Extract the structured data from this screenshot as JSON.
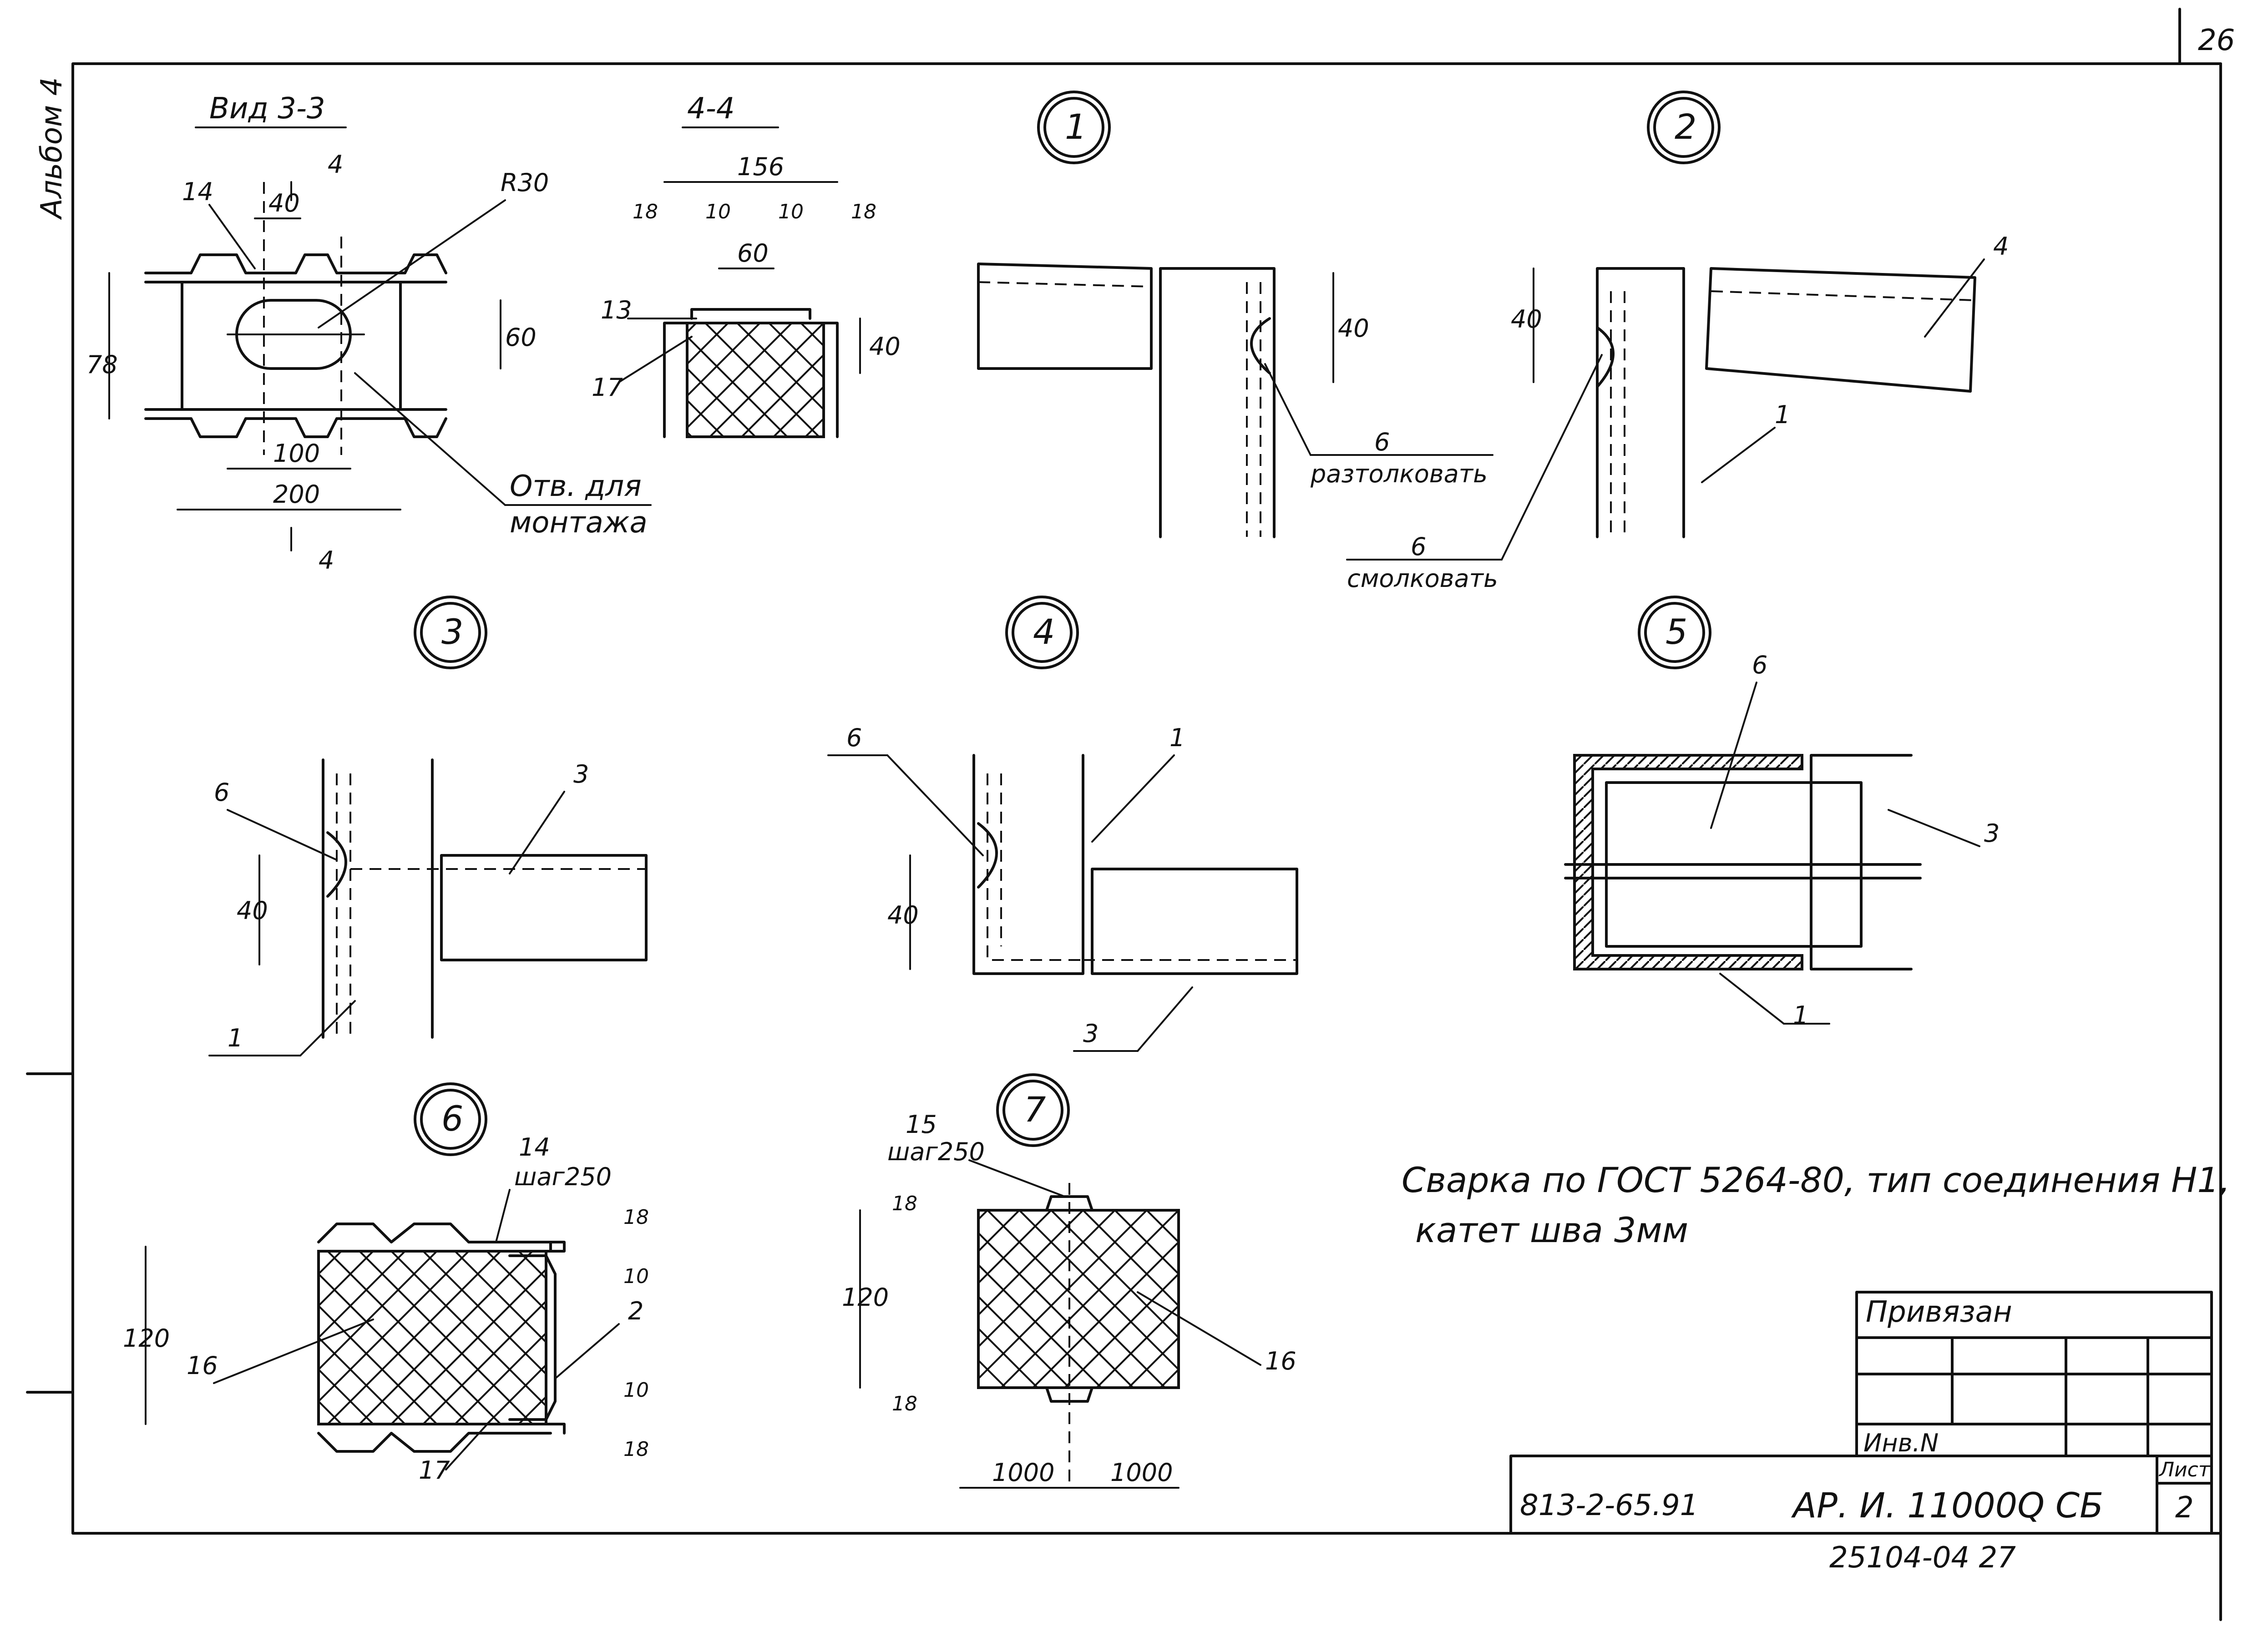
{
  "page_number": "26",
  "album": "Альбом 4",
  "views": {
    "view33": {
      "title": "Вид 3-3",
      "section_mark": "4",
      "dims": [
        "40",
        "60",
        "78",
        "100",
        "200"
      ],
      "radius": "R30",
      "callouts": [
        "14"
      ],
      "hole_label_1": "Отв. для",
      "hole_label_2": "монтажа"
    },
    "section44": {
      "title": "4-4",
      "dims": [
        "156",
        "18",
        "10",
        "60",
        "10",
        "18",
        "40"
      ],
      "callouts": [
        "13",
        "17"
      ]
    }
  },
  "nodes": [
    {
      "number": "1",
      "dim": "40",
      "callouts": [
        "6"
      ],
      "note": "разтолковать"
    },
    {
      "number": "2",
      "dim": "40",
      "callouts": [
        "4",
        "1",
        "6"
      ],
      "note": "смолковать"
    },
    {
      "number": "3",
      "dim": "40",
      "callouts": [
        "6",
        "3",
        "1"
      ]
    },
    {
      "number": "4",
      "dim": "40",
      "callouts": [
        "6",
        "1",
        "3"
      ]
    },
    {
      "number": "5",
      "callouts": [
        "6",
        "3",
        "1"
      ]
    },
    {
      "number": "6",
      "dims": [
        "120",
        "18",
        "10",
        "10",
        "18"
      ],
      "callouts": [
        "14",
        "16",
        "2",
        "17"
      ],
      "step": "шаг250"
    },
    {
      "number": "7",
      "dims": [
        "18",
        "120",
        "18",
        "1000",
        "1000"
      ],
      "callouts": [
        "15",
        "16"
      ],
      "step": "шаг250"
    }
  ],
  "note_line_1": "Сварка по ГОСТ 5264-80, тип соединения Н1,",
  "note_line_2": "катет шва 3мм",
  "title_block": {
    "privyazan": "Привязан",
    "inv_no": "Инв.N",
    "code": "813-2-65.91",
    "designation": "АР. И. 11000Q СБ",
    "sheet_label": "Лист",
    "sheet_no": "2",
    "stamp": "25104-04 27"
  }
}
